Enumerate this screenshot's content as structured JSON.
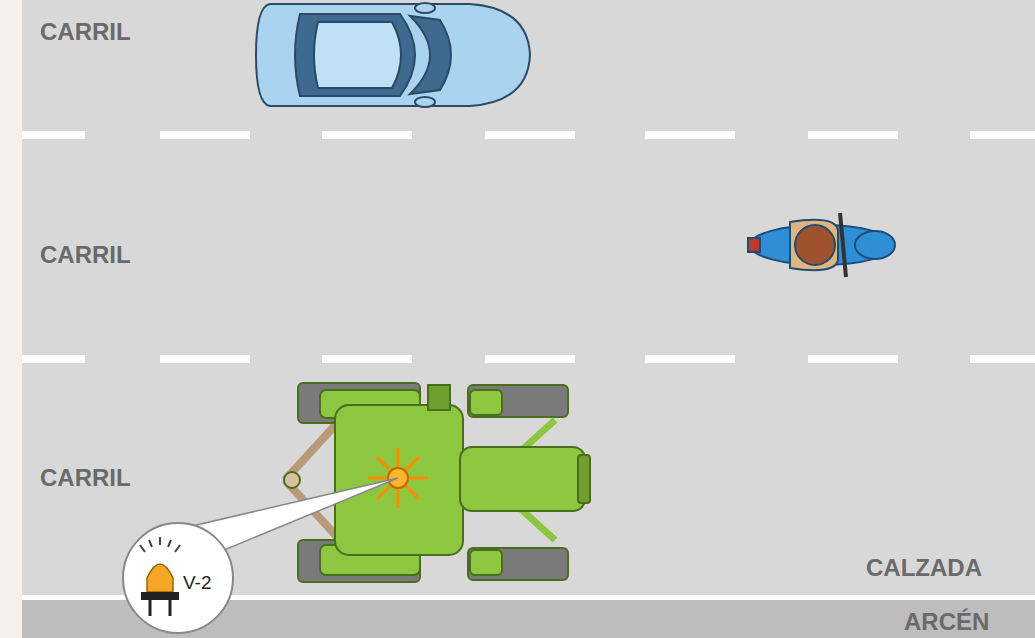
{
  "diagram": {
    "labels": [
      "CARRIL",
      "CARRIL",
      "CARRIL",
      "CALZADA",
      "ARCÉN",
      "V-2"
    ]
  }
}
